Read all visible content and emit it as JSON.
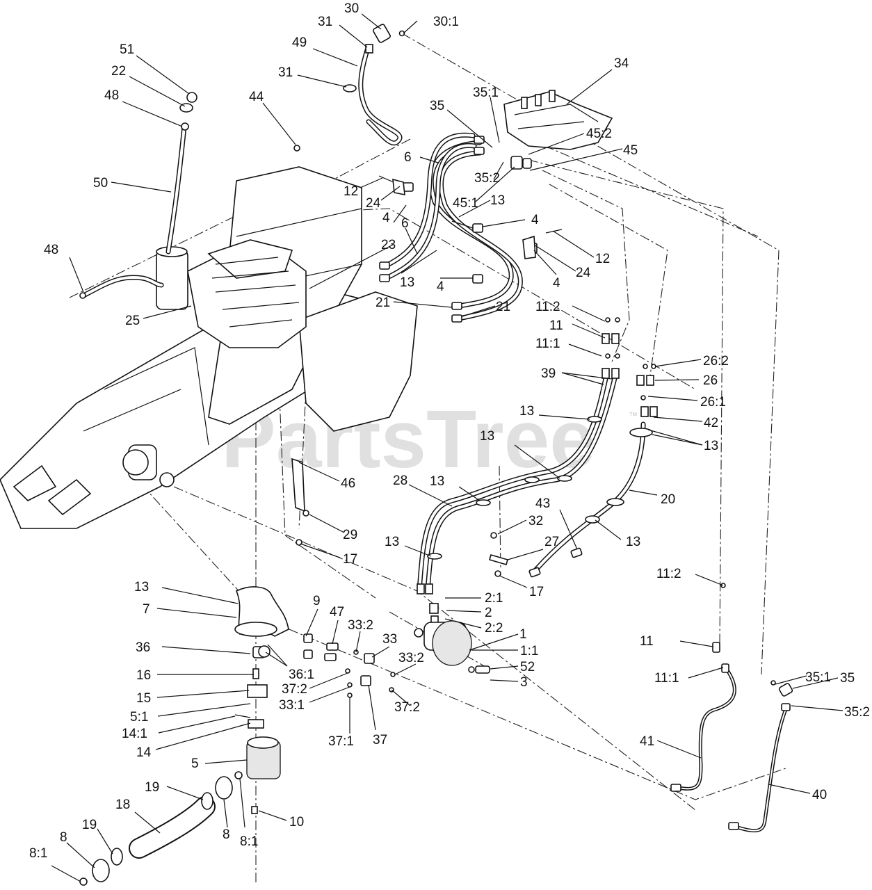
{
  "watermark": {
    "text": "PartsTree",
    "trademark": "™"
  },
  "callouts": [
    {
      "id": "c1",
      "text": "30"
    },
    {
      "id": "c2",
      "text": "30:1"
    },
    {
      "id": "c3",
      "text": "31"
    },
    {
      "id": "c4",
      "text": "49"
    },
    {
      "id": "c5",
      "text": "31"
    },
    {
      "id": "c6",
      "text": "51"
    },
    {
      "id": "c7",
      "text": "22"
    },
    {
      "id": "c8",
      "text": "48"
    },
    {
      "id": "c9",
      "text": "34"
    },
    {
      "id": "c10",
      "text": "44"
    },
    {
      "id": "c11",
      "text": "35:1"
    },
    {
      "id": "c12",
      "text": "35"
    },
    {
      "id": "c13",
      "text": "45:2"
    },
    {
      "id": "c14",
      "text": "45"
    },
    {
      "id": "c15",
      "text": "6"
    },
    {
      "id": "c16",
      "text": "35:2"
    },
    {
      "id": "c17",
      "text": "50"
    },
    {
      "id": "c18",
      "text": "12"
    },
    {
      "id": "c19",
      "text": "24"
    },
    {
      "id": "c20",
      "text": "45:1"
    },
    {
      "id": "c21",
      "text": "13"
    },
    {
      "id": "c22",
      "text": "4"
    },
    {
      "id": "c23",
      "text": "6"
    },
    {
      "id": "c24",
      "text": "4"
    },
    {
      "id": "c25",
      "text": "48"
    },
    {
      "id": "c26",
      "text": "23"
    },
    {
      "id": "c27",
      "text": "12"
    },
    {
      "id": "c28",
      "text": "24"
    },
    {
      "id": "c29",
      "text": "13"
    },
    {
      "id": "c30",
      "text": "4"
    },
    {
      "id": "c31",
      "text": "4"
    },
    {
      "id": "c32",
      "text": "25"
    },
    {
      "id": "c33",
      "text": "21"
    },
    {
      "id": "c34",
      "text": "21"
    },
    {
      "id": "c35",
      "text": "11:2"
    },
    {
      "id": "c36",
      "text": "11"
    },
    {
      "id": "c37",
      "text": "11:1"
    },
    {
      "id": "c38",
      "text": "26:2"
    },
    {
      "id": "c39",
      "text": "39"
    },
    {
      "id": "c40",
      "text": "26"
    },
    {
      "id": "c41",
      "text": "26:1"
    },
    {
      "id": "c42",
      "text": "13"
    },
    {
      "id": "c43",
      "text": "42"
    },
    {
      "id": "c44",
      "text": "13"
    },
    {
      "id": "c45",
      "text": "13"
    },
    {
      "id": "c46",
      "text": "46"
    },
    {
      "id": "c47",
      "text": "28"
    },
    {
      "id": "c48",
      "text": "13"
    },
    {
      "id": "c49",
      "text": "20"
    },
    {
      "id": "c50",
      "text": "43"
    },
    {
      "id": "c51",
      "text": "32"
    },
    {
      "id": "c52",
      "text": "29"
    },
    {
      "id": "c53",
      "text": "13"
    },
    {
      "id": "c54",
      "text": "27"
    },
    {
      "id": "c55",
      "text": "17"
    },
    {
      "id": "c56",
      "text": "13"
    },
    {
      "id": "c57",
      "text": "17"
    },
    {
      "id": "c58",
      "text": "13"
    },
    {
      "id": "c59",
      "text": "11:2"
    },
    {
      "id": "c60",
      "text": "7"
    },
    {
      "id": "c61",
      "text": "9"
    },
    {
      "id": "c62",
      "text": "47"
    },
    {
      "id": "c63",
      "text": "2:1"
    },
    {
      "id": "c64",
      "text": "2"
    },
    {
      "id": "c65",
      "text": "33:2"
    },
    {
      "id": "c66",
      "text": "2:2"
    },
    {
      "id": "c67",
      "text": "1"
    },
    {
      "id": "c68",
      "text": "33"
    },
    {
      "id": "c69",
      "text": "1:1"
    },
    {
      "id": "c70",
      "text": "36"
    },
    {
      "id": "c71",
      "text": "11"
    },
    {
      "id": "c72",
      "text": "36:1"
    },
    {
      "id": "c73",
      "text": "33:2"
    },
    {
      "id": "c74",
      "text": "52"
    },
    {
      "id": "c75",
      "text": "16"
    },
    {
      "id": "c76",
      "text": "3"
    },
    {
      "id": "c77",
      "text": "11:1"
    },
    {
      "id": "c78",
      "text": "35:1"
    },
    {
      "id": "c79",
      "text": "35"
    },
    {
      "id": "c80",
      "text": "15"
    },
    {
      "id": "c81",
      "text": "37:2"
    },
    {
      "id": "c82",
      "text": "33:1"
    },
    {
      "id": "c83",
      "text": "5:1"
    },
    {
      "id": "c84",
      "text": "35:2"
    },
    {
      "id": "c85",
      "text": "37:2"
    },
    {
      "id": "c86",
      "text": "14:1"
    },
    {
      "id": "c87",
      "text": "37:1"
    },
    {
      "id": "c88",
      "text": "37"
    },
    {
      "id": "c89",
      "text": "14"
    },
    {
      "id": "c90",
      "text": "41"
    },
    {
      "id": "c91",
      "text": "5"
    },
    {
      "id": "c92",
      "text": "19"
    },
    {
      "id": "c93",
      "text": "40"
    },
    {
      "id": "c94",
      "text": "18"
    },
    {
      "id": "c95",
      "text": "10"
    },
    {
      "id": "c96",
      "text": "19"
    },
    {
      "id": "c97",
      "text": "8"
    },
    {
      "id": "c98",
      "text": "8"
    },
    {
      "id": "c99",
      "text": "8:1"
    },
    {
      "id": "c100",
      "text": "8:1"
    }
  ]
}
